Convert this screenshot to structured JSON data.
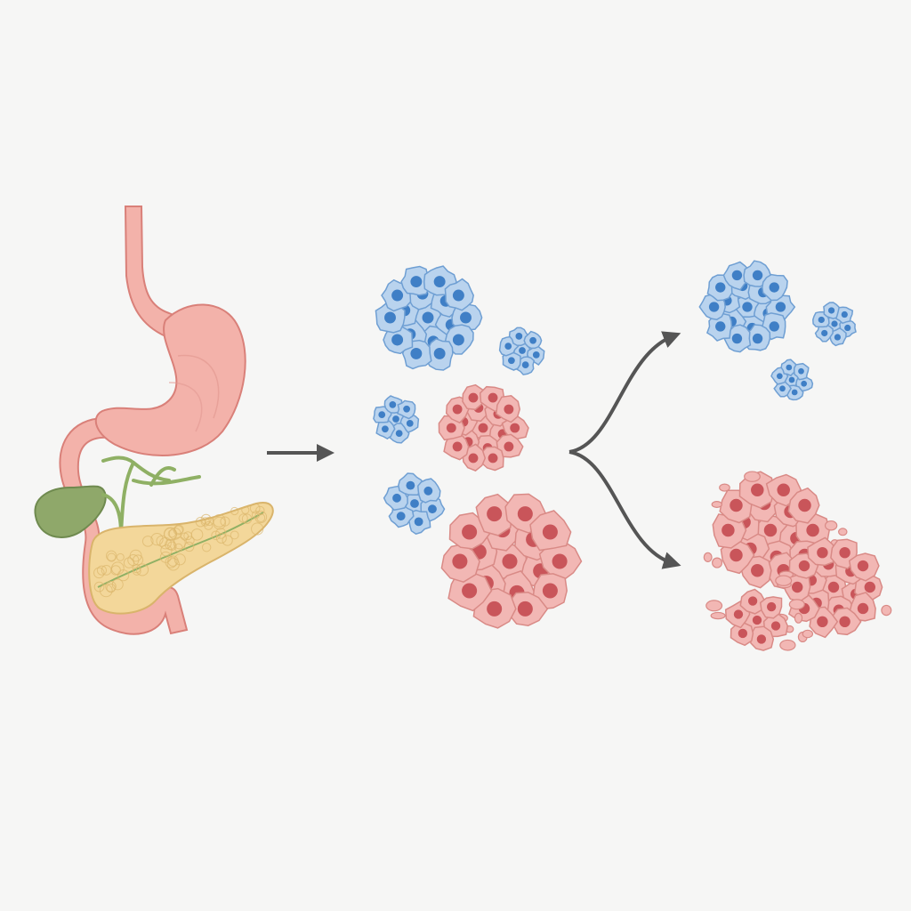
{
  "colors": {
    "background": "#f6f6f5",
    "stomach_fill": "#f3b2aa",
    "stomach_stroke": "#d98079",
    "pancreas_fill": "#f3d79a",
    "pancreas_stroke": "#d9b46b",
    "gallbladder_fill": "#8fa86a",
    "bile_duct": "#8fb064",
    "healthy_cell_fill": "#b9d3ee",
    "healthy_cell_stroke": "#6f9fd3",
    "healthy_nucleus": "#3f7fc6",
    "diseased_cell_fill": "#f2b7b4",
    "diseased_cell_stroke": "#d98a86",
    "diseased_nucleus": "#c9555a",
    "arrow": "#555555"
  },
  "panels": {
    "organs": {
      "icon": "stomach-pancreas-illustration"
    },
    "mixed_islets": {
      "icon": "mixed-islet-clusters"
    },
    "outcomes": {
      "icon": "healthy-and-degraded-islets"
    }
  },
  "arrows": [
    {
      "from": "organs",
      "to": "mixed_islets",
      "icon": "right-arrow-icon"
    },
    {
      "from": "mixed_islets",
      "to": "healthy_islets",
      "icon": "branch-arrow-up-icon"
    },
    {
      "from": "mixed_islets",
      "to": "degraded_islets",
      "icon": "branch-arrow-down-icon"
    }
  ],
  "clusters": {
    "mixed": [
      {
        "type": "healthy",
        "size": "large"
      },
      {
        "type": "healthy",
        "size": "small"
      },
      {
        "type": "healthy",
        "size": "small"
      },
      {
        "type": "diseased",
        "size": "medium"
      },
      {
        "type": "healthy",
        "size": "small"
      },
      {
        "type": "diseased",
        "size": "large"
      }
    ],
    "healthy_outcome": [
      {
        "type": "healthy",
        "size": "large"
      },
      {
        "type": "healthy",
        "size": "small"
      },
      {
        "type": "healthy",
        "size": "small"
      }
    ],
    "degraded_outcome": [
      {
        "type": "diseased",
        "size": "large",
        "state": "fragmenting"
      },
      {
        "type": "diseased",
        "size": "large",
        "state": "fragmenting"
      },
      {
        "type": "diseased",
        "size": "medium",
        "state": "fragmenting"
      }
    ]
  }
}
